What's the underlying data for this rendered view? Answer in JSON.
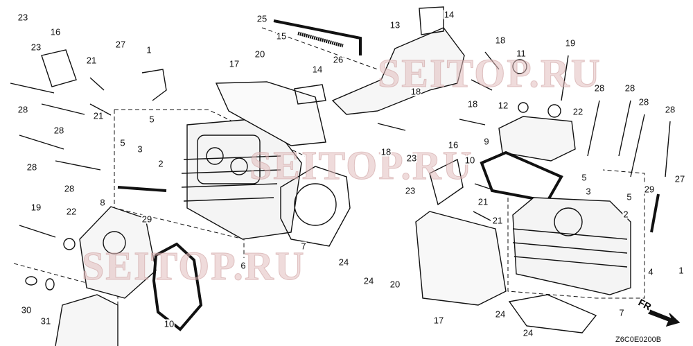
{
  "diagram_code": "Z6C0E0200B",
  "direction_marker": "FR.",
  "watermark": "SEITOP.RU",
  "callouts": [
    "23",
    "23",
    "16",
    "27",
    "1",
    "21",
    "28",
    "28",
    "21",
    "5",
    "3",
    "5",
    "2",
    "28",
    "28",
    "29",
    "19",
    "22",
    "8",
    "30",
    "31",
    "10",
    "6",
    "7",
    "24",
    "24",
    "20",
    "17",
    "25",
    "15",
    "26",
    "14",
    "13",
    "18",
    "11",
    "19",
    "20",
    "17",
    "14",
    "18",
    "12",
    "22",
    "28",
    "28",
    "28",
    "28",
    "9",
    "18",
    "18",
    "23",
    "16",
    "10",
    "23",
    "21",
    "21",
    "5",
    "3",
    "5",
    "2",
    "29",
    "27",
    "1",
    "4",
    "7",
    "24",
    "24"
  ]
}
